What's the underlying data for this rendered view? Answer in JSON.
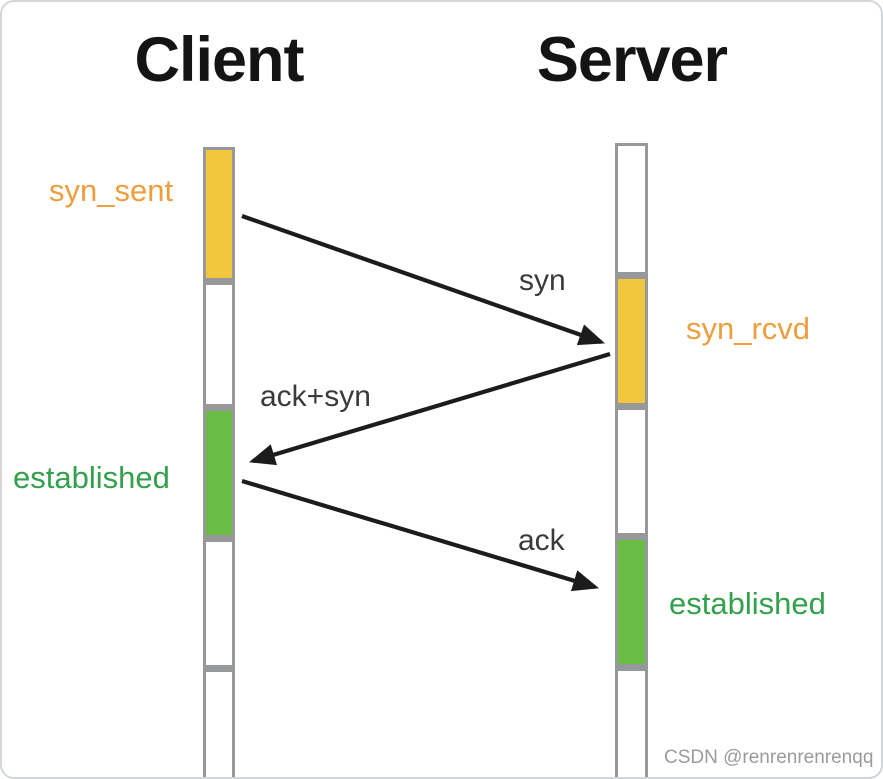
{
  "diagram": {
    "type": "tcp-three-way-handshake-sequence",
    "client": {
      "title": "Client",
      "state_labels": [
        {
          "text": "syn_sent",
          "color": "#ee9e3e"
        },
        {
          "text": "established",
          "color": "#33a04c"
        }
      ]
    },
    "server": {
      "title": "Server",
      "state_labels": [
        {
          "text": "syn_rcvd",
          "color": "#ee9e3e"
        },
        {
          "text": "established",
          "color": "#33a04c"
        }
      ]
    },
    "messages": [
      {
        "text": "syn",
        "from": "client",
        "to": "server"
      },
      {
        "text": "ack+syn",
        "from": "server",
        "to": "client"
      },
      {
        "text": "ack",
        "from": "client",
        "to": "server"
      }
    ],
    "colors": {
      "state_pending_fill": "#f2c73d",
      "state_established_fill": "#69bd45",
      "lifeline_border": "#96989a",
      "arrow": "#1c1c1c",
      "title_text": "#141414",
      "message_text": "#3a3a3a",
      "watermark_text": "#9b9b9b"
    },
    "watermark": "CSDN @renrenrenrenqq"
  }
}
